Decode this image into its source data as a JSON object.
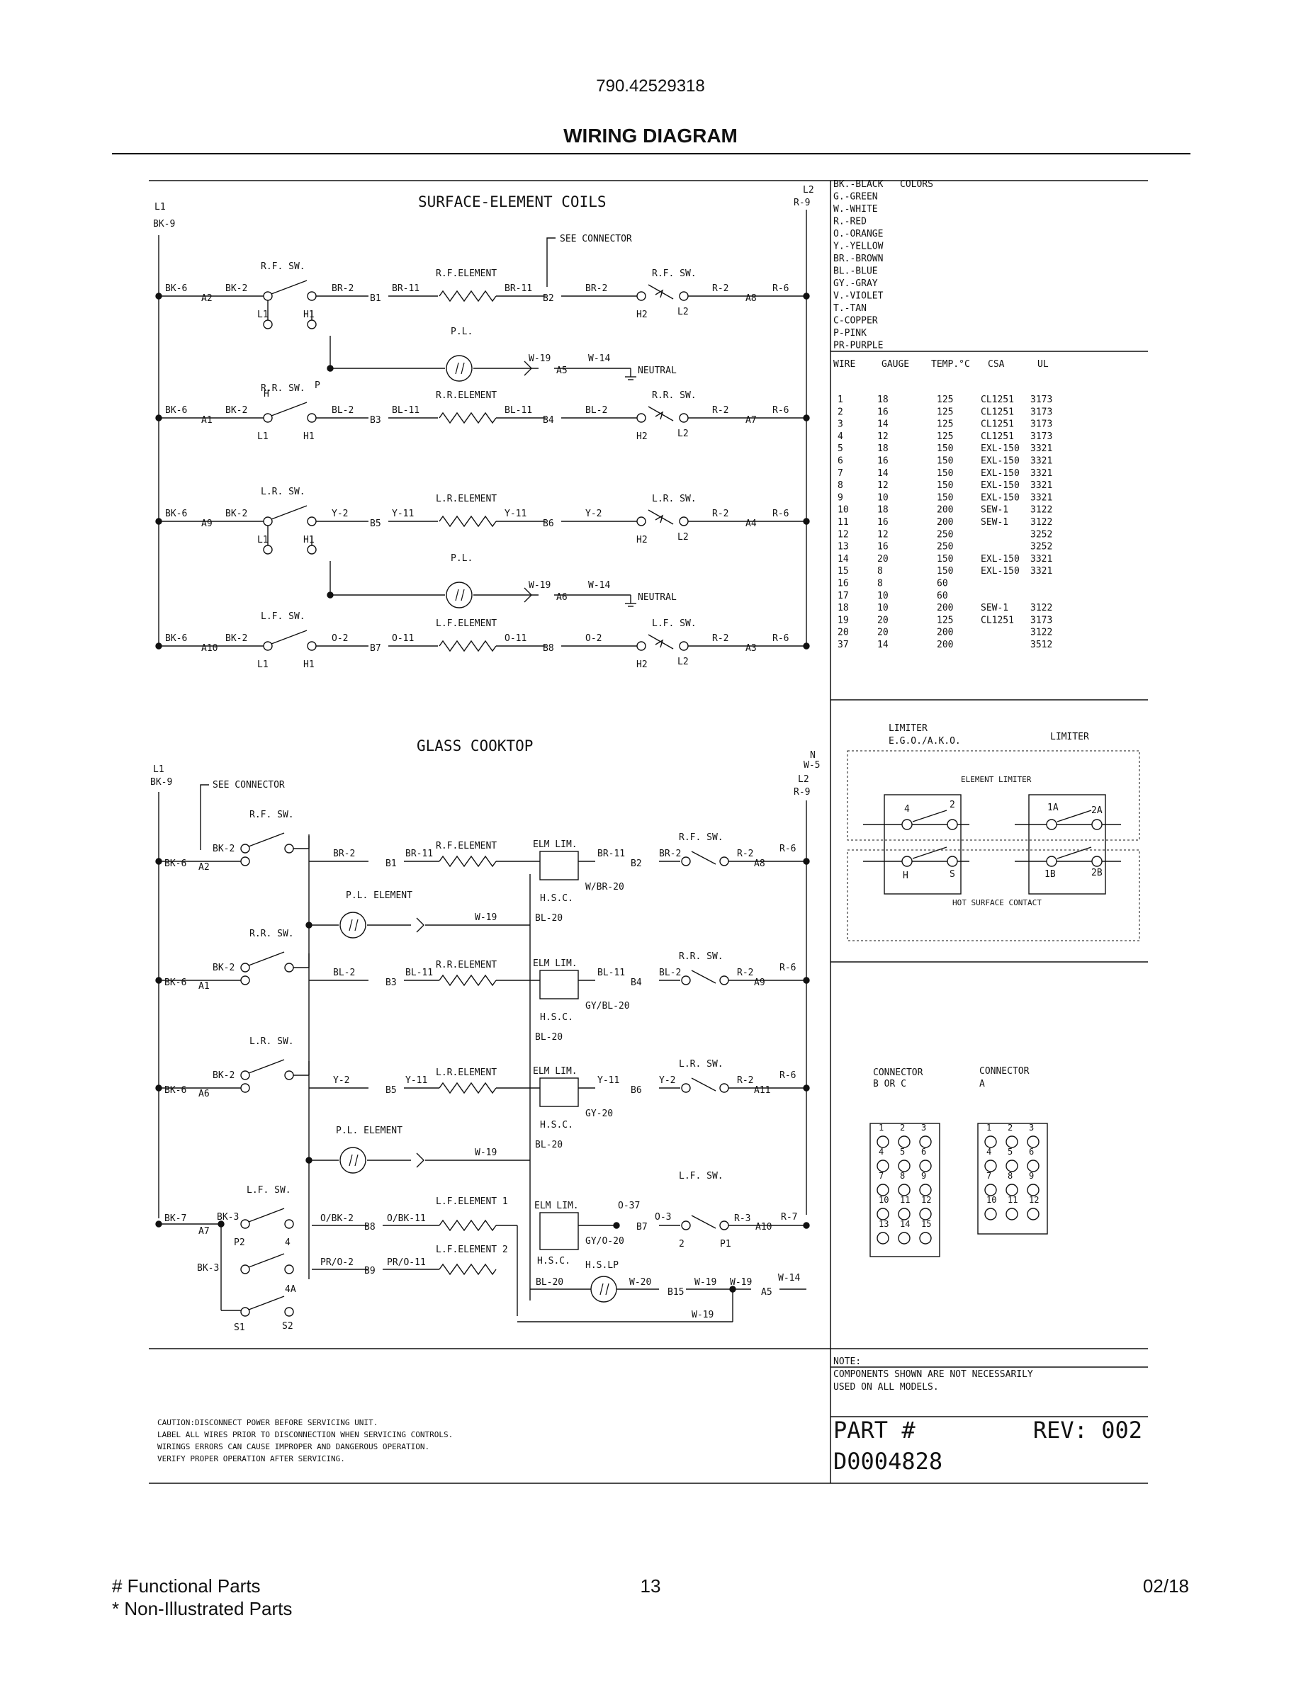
{
  "header": {
    "model_number": "790.42529318",
    "title": "WIRING DIAGRAM"
  },
  "footer": {
    "left_line_1": "# Functional Parts",
    "left_line_2": "* Non-Illustrated Parts",
    "page_number": "13",
    "date": "02/18"
  },
  "surface": {
    "title": "SURFACE-ELEMENT COILS",
    "l1": "L1",
    "bk9": "BK-9",
    "l2": "L2",
    "r9": "R-9",
    "see_connector": "SEE CONNECTOR",
    "neutral": "NEUTRAL",
    "pl": "P.L.",
    "rows": [
      {
        "sw_left": "R.F. SW.",
        "bk6": "BK-6",
        "a_left": "A2",
        "bk2": "BK-2",
        "mid_wire": "BR-2",
        "b_in": "B1",
        "wire_in": "BR-11",
        "element": "R.F.ELEMENT",
        "wire_out": "BR-11",
        "b_out": "B2",
        "wire_post": "BR-2",
        "sw_right": "R.F. SW.",
        "r2": "R-2",
        "a_right": "A8",
        "r6": "R-6",
        "h2": "H2",
        "l2t": "L2",
        "l1t": "L1",
        "h1t": "H1"
      },
      {
        "sw_left": "R.R. SW.",
        "bk6": "BK-6",
        "a_left": "A1",
        "bk2": "BK-2",
        "mid_wire": "BL-2",
        "b_in": "B3",
        "wire_in": "BL-11",
        "element": "R.R.ELEMENT",
        "wire_out": "BL-11",
        "b_out": "B4",
        "wire_post": "BL-2",
        "sw_right": "R.R. SW.",
        "r2": "R-2",
        "a_right": "A7",
        "r6": "R-6",
        "h2": "H2",
        "l2t": "L2",
        "l1t": "L1",
        "h1t": "H1"
      },
      {
        "sw_left": "L.R. SW.",
        "bk6": "BK-6",
        "a_left": "A9",
        "bk2": "BK-2",
        "mid_wire": "Y-2",
        "b_in": "B5",
        "wire_in": "Y-11",
        "element": "L.R.ELEMENT",
        "wire_out": "Y-11",
        "b_out": "B6",
        "wire_post": "Y-2",
        "sw_right": "L.R. SW.",
        "r2": "R-2",
        "a_right": "A4",
        "r6": "R-6",
        "h2": "H2",
        "l2t": "L2",
        "l1t": "L1",
        "h1t": "H1"
      },
      {
        "sw_left": "L.F. SW.",
        "bk6": "BK-6",
        "a_left": "A10",
        "bk2": "BK-2",
        "mid_wire": "O-2",
        "b_in": "B7",
        "wire_in": "O-11",
        "element": "L.F.ELEMENT",
        "wire_out": "O-11",
        "b_out": "B8",
        "wire_post": "O-2",
        "sw_right": "L.F. SW.",
        "r2": "R-2",
        "a_right": "A3",
        "r6": "R-6",
        "h2": "H2",
        "l2t": "L2",
        "l1t": "L1",
        "h1t": "H1"
      }
    ],
    "pl_rows": [
      {
        "w19": "W-19",
        "a": "A5",
        "w14": "W-14"
      },
      {
        "w19": "W-19",
        "a": "A6",
        "w14": "W-14"
      }
    ],
    "h_label": "H",
    "p_label": "P"
  },
  "glass": {
    "title": "GLASS COOKTOP",
    "l1": "L1",
    "bk9": "BK-9",
    "n": "N",
    "w5": "W-5",
    "l2": "L2",
    "r9": "R-9",
    "see_connector": "SEE CONNECTOR",
    "pl_element": "P.L. ELEMENT",
    "elm_lim": "ELM LIM.",
    "hsc": "H.S.C.",
    "hslp": "H.S.LP",
    "rows": [
      {
        "sw": "R.F. SW.",
        "bk6": "BK-6",
        "a_left": "A2",
        "bk2": "BK-2",
        "mid": "BR-2",
        "b_in": "B1",
        "wire_in": "BR-11",
        "element": "R.F.ELEMENT",
        "out": "BR-11",
        "b_out": "B2",
        "post": "BR-2",
        "r2": "R-2",
        "a_right": "A8",
        "r6": "R-6",
        "hsc_wire": "W/BR-20",
        "bl20": "BL-20",
        "sw_right": "R.F. SW."
      },
      {
        "sw": "R.R. SW.",
        "bk6": "BK-6",
        "a_left": "A1",
        "bk2": "BK-2",
        "mid": "BL-2",
        "b_in": "B3",
        "wire_in": "BL-11",
        "element": "R.R.ELEMENT",
        "out": "BL-11",
        "b_out": "B4",
        "post": "BL-2",
        "r2": "R-2",
        "a_right": "A9",
        "r6": "R-6",
        "hsc_wire": "GY/BL-20",
        "bl20": "BL-20",
        "sw_right": "R.R. SW."
      },
      {
        "sw": "L.R. SW.",
        "bk6": "BK-6",
        "a_left": "A6",
        "bk2": "BK-2",
        "mid": "Y-2",
        "b_in": "B5",
        "wire_in": "Y-11",
        "element": "L.R.ELEMENT",
        "out": "Y-11",
        "b_out": "B6",
        "post": "Y-2",
        "r2": "R-2",
        "a_right": "A11",
        "r6": "R-6",
        "hsc_wire": "GY-20",
        "bl20": "BL-20",
        "sw_right": "L.R. SW."
      }
    ],
    "w19": "W-19",
    "lf": {
      "sw": "L.F. SW.",
      "bk7": "BK-7",
      "a7": "A7",
      "bk3": "BK-3",
      "bk3b": "BK-3",
      "p2": "P2",
      "t4": "4",
      "t4a": "4A",
      "s1": "S1",
      "s2": "S2",
      "obk2": "O/BK-2",
      "b8": "B8",
      "obk11": "O/BK-11",
      "el1": "L.F.ELEMENT 1",
      "el2": "L.F.ELEMENT 2",
      "pro2": "PR/O-2",
      "b9": "B9",
      "pro11": "PR/O-11",
      "o37": "O-37",
      "b7": "B7",
      "o3": "O-3",
      "r3": "R-3",
      "a10": "A10",
      "r7": "R-7",
      "t2": "2",
      "p1": "P1",
      "gyo": "GY/O-20",
      "bl20": "BL-20",
      "w20": "W-20",
      "b15": "B15",
      "w19a": "W-19",
      "w19b": "W-19",
      "a5": "A5",
      "w14": "W-14",
      "w19c": "W-19",
      "sw_right": "L.F. SW."
    }
  },
  "colors_legend": {
    "title": "COLORS",
    "items": [
      "BK.-BLACK",
      "G.-GREEN",
      "W.-WHITE",
      "R.-RED",
      "O.-ORANGE",
      "Y.-YELLOW",
      "BR.-BROWN",
      "BL.-BLUE",
      "GY.-GRAY",
      "V.-VIOLET",
      "T.-TAN",
      "C-COPPER",
      "P-PINK",
      "PR-PURPLE"
    ]
  },
  "wire_table": {
    "headers": [
      "WIRE",
      "GAUGE",
      "TEMP.°C",
      "CSA",
      "UL"
    ],
    "rows": [
      [
        "1",
        "18",
        "125",
        "CL1251",
        "3173"
      ],
      [
        "2",
        "16",
        "125",
        "CL1251",
        "3173"
      ],
      [
        "3",
        "14",
        "125",
        "CL1251",
        "3173"
      ],
      [
        "4",
        "12",
        "125",
        "CL1251",
        "3173"
      ],
      [
        "5",
        "18",
        "150",
        "EXL-150",
        "3321"
      ],
      [
        "6",
        "16",
        "150",
        "EXL-150",
        "3321"
      ],
      [
        "7",
        "14",
        "150",
        "EXL-150",
        "3321"
      ],
      [
        "8",
        "12",
        "150",
        "EXL-150",
        "3321"
      ],
      [
        "9",
        "10",
        "150",
        "EXL-150",
        "3321"
      ],
      [
        "10",
        "18",
        "200",
        "SEW-1",
        "3122"
      ],
      [
        "11",
        "16",
        "200",
        "SEW-1",
        "3122"
      ],
      [
        "12",
        "12",
        "250",
        "",
        "3252"
      ],
      [
        "13",
        "16",
        "250",
        "",
        "3252"
      ],
      [
        "14",
        "20",
        "150",
        "EXL-150",
        "3321"
      ],
      [
        "15",
        "8",
        "150",
        "EXL-150",
        "3321"
      ],
      [
        "16",
        "8",
        "60",
        "",
        ""
      ],
      [
        "17",
        "10",
        "60",
        "",
        ""
      ],
      [
        "18",
        "10",
        "200",
        "SEW-1",
        "3122"
      ],
      [
        "19",
        "20",
        "125",
        "CL1251",
        "3173"
      ],
      [
        "20",
        "20",
        "200",
        "",
        "3122"
      ],
      [
        "37",
        "14",
        "200",
        "",
        "3512"
      ]
    ]
  },
  "limiter": {
    "title_left_1": "LIMITER",
    "title_left_2": "E.G.O./A.K.O.",
    "title_right": "LIMITER",
    "element_limiter": "ELEMENT LIMITER",
    "hot_surface_contact": "HOT SURFACE CONTACT",
    "left_terms": [
      "4",
      "2",
      "H",
      "S"
    ],
    "right_terms": [
      "1A",
      "2A",
      "1B",
      "2B"
    ]
  },
  "connectors": {
    "bc_title_1": "CONNECTOR",
    "bc_title_2": "B OR C",
    "a_title_1": "CONNECTOR",
    "a_title_2": "A",
    "bc_pins": [
      "1",
      "2",
      "3",
      "4",
      "5",
      "6",
      "7",
      "8",
      "9",
      "10",
      "11",
      "12",
      "13",
      "14",
      "15"
    ],
    "a_pins": [
      "1",
      "2",
      "3",
      "4",
      "5",
      "6",
      "7",
      "8",
      "9",
      "10",
      "11",
      "12"
    ]
  },
  "note": {
    "line1": "NOTE:",
    "line2": "COMPONENTS SHOWN ARE NOT NECESSARILY",
    "line3": "USED ON ALL MODELS."
  },
  "caution": {
    "line1": "CAUTION:DISCONNECT POWER BEFORE SERVICING UNIT.",
    "line2": "LABEL ALL WIRES PRIOR TO DISCONNECTION WHEN SERVICING CONTROLS.",
    "line3": "WIRINGS ERRORS CAN CAUSE IMPROPER AND DANGEROUS OPERATION.",
    "line4": "VERIFY PROPER OPERATION AFTER SERVICING."
  },
  "part": {
    "part_label": "PART #",
    "rev_label": "REV: 002",
    "number": "D0004828"
  }
}
